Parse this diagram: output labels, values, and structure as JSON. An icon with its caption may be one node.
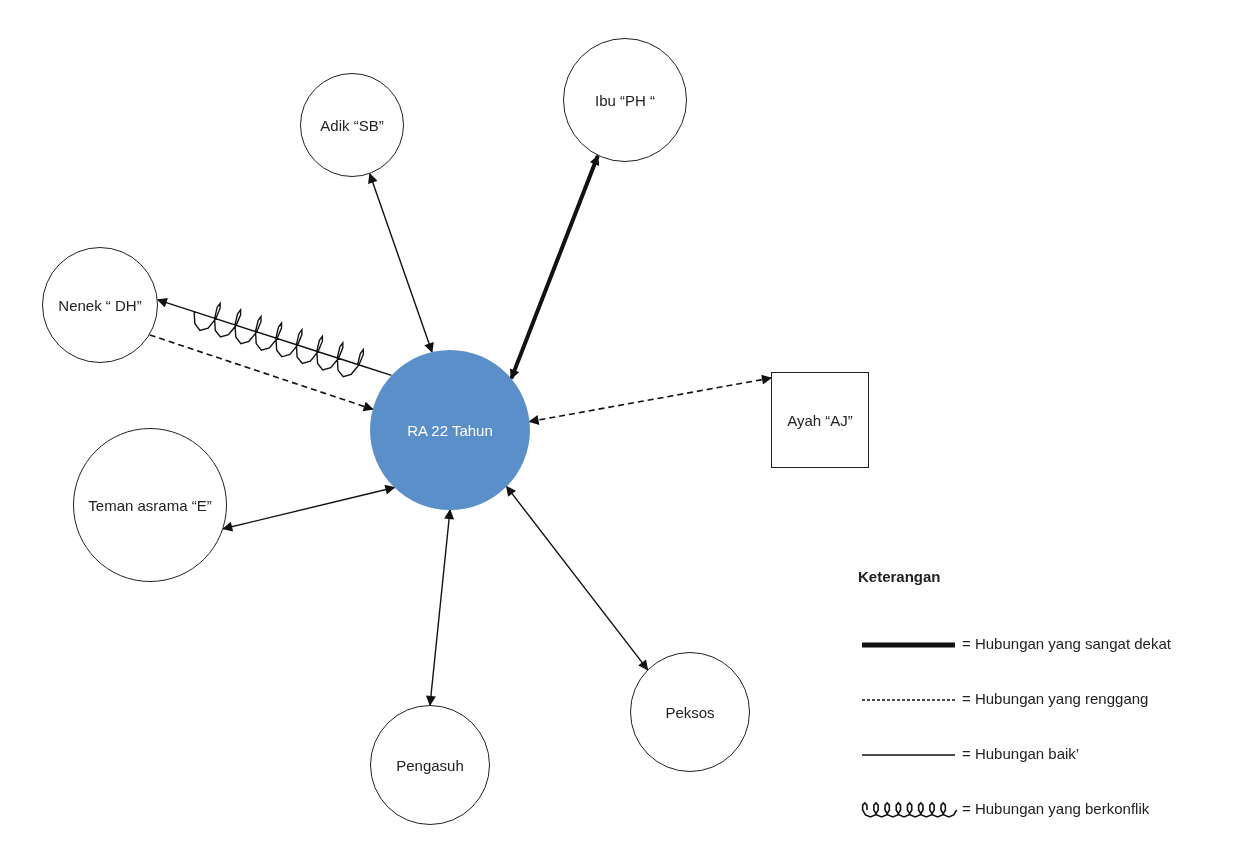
{
  "diagram": {
    "nodes": [
      {
        "text": [
          "Adik “SB”"
        ]
      },
      {
        "text": [
          "Ibu “PH “"
        ]
      },
      {
        "text": [
          "Nenek “ DH”"
        ]
      },
      {
        "text": [
          "Ayah “AJ”"
        ]
      },
      {
        "text": [
          "RA 22 Tahun"
        ]
      },
      {
        "text": [
          "Teman asrama “E”"
        ]
      },
      {
        "text": [
          "Peksos"
        ]
      },
      {
        "text": [
          "Pengasuh"
        ]
      }
    ],
    "edges": [
      {
        "from": 0,
        "to": 4,
        "arrow": "both"
      },
      {
        "from": 1,
        "to": 4,
        "arrow": "both",
        "style": "thick"
      },
      {
        "from": 4,
        "to": 2,
        "arrow": "to"
      },
      {
        "from": 2,
        "to": 4,
        "arrow": "to",
        "style": "dashed"
      },
      {
        "from": 4,
        "to": 3,
        "arrow": "both",
        "style": "dashed"
      },
      {
        "from": 5,
        "to": 4,
        "arrow": "both"
      },
      {
        "from": 7,
        "to": 4,
        "arrow": "both"
      },
      {
        "from": 6,
        "to": 4,
        "arrow": "both"
      }
    ],
    "labels": [
      "Keterangan"
    ],
    "legend": [
      {
        "text": "= Hubungan yang sangat dekat"
      },
      {
        "text": "= Hubungan yang renggang"
      },
      {
        "text": "= Hubungan baik’"
      },
      {
        "text": "= Hubungan yang berkonflik"
      }
    ]
  }
}
